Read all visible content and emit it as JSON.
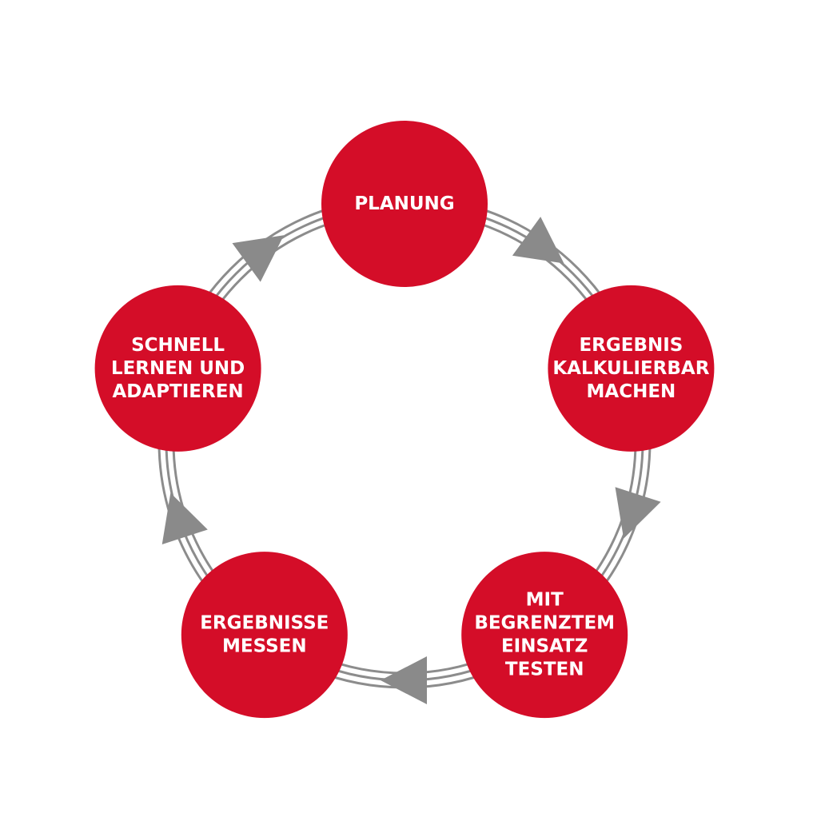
{
  "diagram": {
    "colors": {
      "node_fill": "#d40d28",
      "node_text": "#ffffff",
      "ring": "#8c8c8c",
      "arrow": "#8a8a8a",
      "background": "#ffffff"
    },
    "nodes": [
      {
        "id": "planung",
        "lines": [
          "PLANUNG"
        ]
      },
      {
        "id": "ergebnis-kalkulierbar",
        "lines": [
          "ERGEBNIS",
          "KALKULIERBAR",
          "MACHEN"
        ]
      },
      {
        "id": "begrenztem-einsatz",
        "lines": [
          "MIT",
          "BEGRENZTEM",
          "EINSATZ",
          "TESTEN"
        ]
      },
      {
        "id": "ergebnisse-messen",
        "lines": [
          "ERGEBNISSE",
          "MESSEN"
        ]
      },
      {
        "id": "schnell-lernen",
        "lines": [
          "SCHNELL",
          "LERNEN UND",
          "ADAPTIEREN"
        ]
      }
    ],
    "flow_direction": "clockwise",
    "arrow_icon": "triangle-arrow-icon"
  }
}
